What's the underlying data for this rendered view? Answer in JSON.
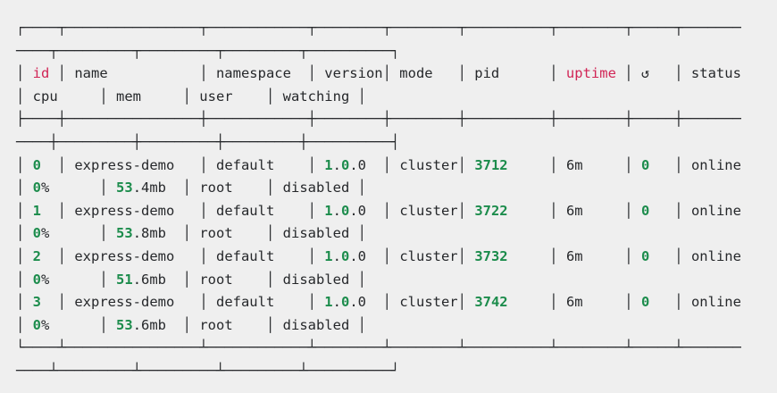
{
  "terminal": {
    "colors": {
      "background": "#efefef",
      "foreground": "#26282b",
      "accent_red": "#d12556",
      "accent_green": "#1c8c4c"
    },
    "table": {
      "columns_row1": [
        "id",
        "name",
        "namespace",
        "version",
        "mode",
        "pid",
        "uptime",
        "↺",
        "status"
      ],
      "columns_row2": [
        "cpu",
        "mem",
        "user",
        "watching"
      ],
      "processes": [
        {
          "id": "0",
          "name": "express-demo",
          "namespace": "default",
          "version": "1.0.0",
          "mode": "cluster",
          "pid": "3712",
          "uptime": "6m",
          "restarts": "0",
          "status": "online",
          "cpu": "0%",
          "mem": "53.4mb",
          "user": "root",
          "watching": "disabled"
        },
        {
          "id": "1",
          "name": "express-demo",
          "namespace": "default",
          "version": "1.0.0",
          "mode": "cluster",
          "pid": "3722",
          "uptime": "6m",
          "restarts": "0",
          "status": "online",
          "cpu": "0%",
          "mem": "53.8mb",
          "user": "root",
          "watching": "disabled"
        },
        {
          "id": "2",
          "name": "express-demo",
          "namespace": "default",
          "version": "1.0.0",
          "mode": "cluster",
          "pid": "3732",
          "uptime": "6m",
          "restarts": "0",
          "status": "online",
          "cpu": "0%",
          "mem": "51.6mb",
          "user": "root",
          "watching": "disabled"
        },
        {
          "id": "3",
          "name": "express-demo",
          "namespace": "default",
          "version": "1.0.0",
          "mode": "cluster",
          "pid": "3742",
          "uptime": "6m",
          "restarts": "0",
          "status": "online",
          "cpu": "0%",
          "mem": "53.6mb",
          "user": "root",
          "watching": "disabled"
        }
      ]
    },
    "lines": [
      {
        "s": [
          {
            "t": "┌────┬────────────────┬────────────┬────────┬────────┬──────────┬────────┬─────┬───────"
          }
        ]
      },
      {
        "s": [
          {
            "t": "────┬─────────┬─────────┬─────────┬──────────┐"
          }
        ]
      },
      {
        "s": [
          {
            "t": "│ "
          },
          {
            "t": "id",
            "c": "red"
          },
          {
            "t": " │ name           │ namespace  │ version│ mode   │ pid      │ "
          },
          {
            "t": "uptime",
            "c": "red"
          },
          {
            "t": " │ ↺   │ status"
          }
        ]
      },
      {
        "s": [
          {
            "t": "│ cpu     │ mem     │ user    │ watching │"
          }
        ]
      },
      {
        "s": [
          {
            "t": "├────┼────────────────┼────────────┼────────┼────────┼──────────┼────────┼─────┼───────"
          }
        ]
      },
      {
        "s": [
          {
            "t": "────┼─────────┼─────────┼─────────┼──────────┤"
          }
        ]
      },
      {
        "s": [
          {
            "t": "│ "
          },
          {
            "t": "0",
            "c": "green"
          },
          {
            "t": "  │ express-demo   │ default    │ "
          },
          {
            "t": "1",
            "c": "green"
          },
          {
            "t": "."
          },
          {
            "t": "0",
            "c": "green"
          },
          {
            "t": ".0  │ cluster│ "
          },
          {
            "t": "3712",
            "c": "green"
          },
          {
            "t": "     │ 6m     │ "
          },
          {
            "t": "0",
            "c": "green"
          },
          {
            "t": "   │ online"
          }
        ]
      },
      {
        "s": [
          {
            "t": "│ "
          },
          {
            "t": "0",
            "c": "green"
          },
          {
            "t": "%      │ "
          },
          {
            "t": "53",
            "c": "green"
          },
          {
            "t": ".4mb  │ root    │ disabled │"
          }
        ]
      },
      {
        "s": [
          {
            "t": "│ "
          },
          {
            "t": "1",
            "c": "green"
          },
          {
            "t": "  │ express-demo   │ default    │ "
          },
          {
            "t": "1",
            "c": "green"
          },
          {
            "t": "."
          },
          {
            "t": "0",
            "c": "green"
          },
          {
            "t": ".0  │ cluster│ "
          },
          {
            "t": "3722",
            "c": "green"
          },
          {
            "t": "     │ 6m     │ "
          },
          {
            "t": "0",
            "c": "green"
          },
          {
            "t": "   │ online"
          }
        ]
      },
      {
        "s": [
          {
            "t": "│ "
          },
          {
            "t": "0",
            "c": "green"
          },
          {
            "t": "%      │ "
          },
          {
            "t": "53",
            "c": "green"
          },
          {
            "t": ".8mb  │ root    │ disabled │"
          }
        ]
      },
      {
        "s": [
          {
            "t": "│ "
          },
          {
            "t": "2",
            "c": "green"
          },
          {
            "t": "  │ express-demo   │ default    │ "
          },
          {
            "t": "1",
            "c": "green"
          },
          {
            "t": "."
          },
          {
            "t": "0",
            "c": "green"
          },
          {
            "t": ".0  │ cluster│ "
          },
          {
            "t": "3732",
            "c": "green"
          },
          {
            "t": "     │ 6m     │ "
          },
          {
            "t": "0",
            "c": "green"
          },
          {
            "t": "   │ online"
          }
        ]
      },
      {
        "s": [
          {
            "t": "│ "
          },
          {
            "t": "0",
            "c": "green"
          },
          {
            "t": "%      │ "
          },
          {
            "t": "51",
            "c": "green"
          },
          {
            "t": ".6mb  │ root    │ disabled │"
          }
        ]
      },
      {
        "s": [
          {
            "t": "│ "
          },
          {
            "t": "3",
            "c": "green"
          },
          {
            "t": "  │ express-demo   │ default    │ "
          },
          {
            "t": "1",
            "c": "green"
          },
          {
            "t": "."
          },
          {
            "t": "0",
            "c": "green"
          },
          {
            "t": ".0  │ cluster│ "
          },
          {
            "t": "3742",
            "c": "green"
          },
          {
            "t": "     │ 6m     │ "
          },
          {
            "t": "0",
            "c": "green"
          },
          {
            "t": "   │ online"
          }
        ]
      },
      {
        "s": [
          {
            "t": "│ "
          },
          {
            "t": "0",
            "c": "green"
          },
          {
            "t": "%      │ "
          },
          {
            "t": "53",
            "c": "green"
          },
          {
            "t": ".6mb  │ root    │ disabled │"
          }
        ]
      },
      {
        "s": [
          {
            "t": "└────┴────────────────┴────────────┴────────┴────────┴──────────┴────────┴─────┴───────"
          }
        ]
      },
      {
        "s": [
          {
            "t": "────┴─────────┴─────────┴─────────┴──────────┘"
          }
        ]
      }
    ]
  }
}
